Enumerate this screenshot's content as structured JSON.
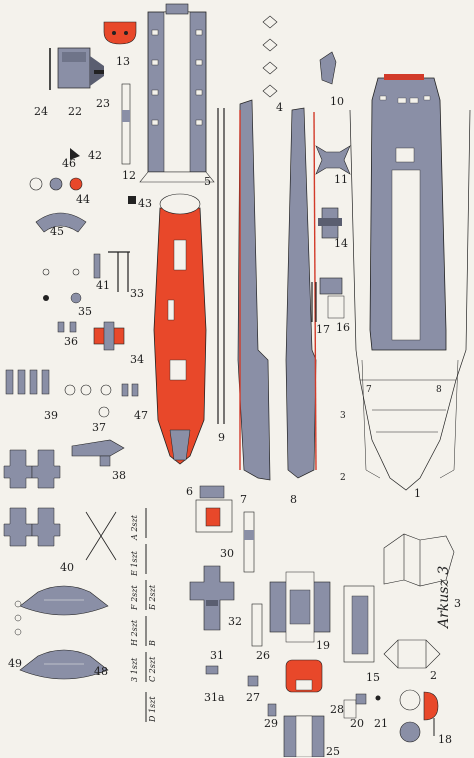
{
  "sheet_title": "Arkusz 3",
  "colors": {
    "paper": "#f4f2ec",
    "gray": "#8a8fa6",
    "red": "#e8482a",
    "line": "#222222"
  },
  "part_labels": {
    "p1": "1",
    "p2": "2",
    "p3": "3",
    "p4": "4",
    "p5": "5",
    "p6": "6",
    "p7": "7",
    "p8": "8",
    "p9": "9",
    "p10": "10",
    "p11": "11",
    "p12": "12",
    "p13": "13",
    "p14": "14",
    "p15": "15",
    "p16": "16",
    "p17": "17",
    "p18": "18",
    "p19": "19",
    "p20": "20",
    "p21": "21",
    "p22": "22",
    "p23": "23",
    "p24": "24",
    "p25": "25",
    "p26": "26",
    "p27": "27",
    "p28": "28",
    "p29": "29",
    "p30": "30",
    "p31": "31",
    "p31a": "31a",
    "p32": "32",
    "p33": "33",
    "p34": "34",
    "p35": "35",
    "p36": "36",
    "p37": "37",
    "p38": "38",
    "p39": "39",
    "p40": "40",
    "p41": "41",
    "p42": "42",
    "p43": "43",
    "p44": "44",
    "p45": "45",
    "p46": "46",
    "p47": "47",
    "p48": "48",
    "p49": "49"
  },
  "assembly_labels": [
    "A 2szt",
    "E 1szt",
    "F 2szt",
    "Б 2szt",
    "B",
    "H 2szt",
    "C 2szt",
    "3 1szt",
    "D 1szt"
  ],
  "hull_marks": {
    "section_2": "2",
    "section_3": "3",
    "section_7": "7",
    "section_8": "8"
  }
}
